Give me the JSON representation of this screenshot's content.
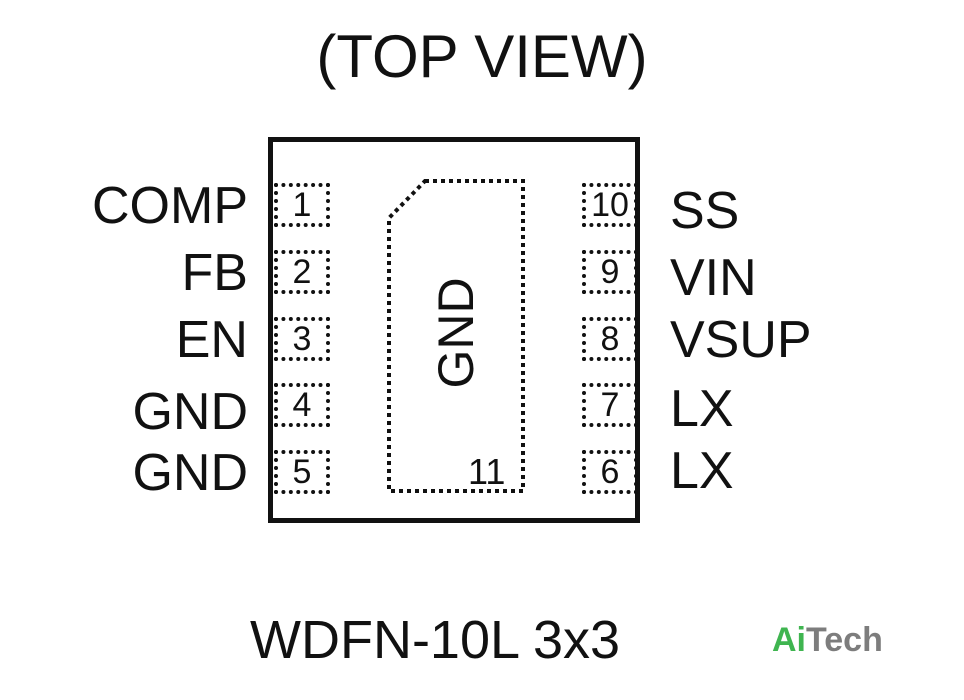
{
  "title": "(TOP VIEW)",
  "package": "WDFN-10L  3x3",
  "brand": {
    "part1": "Ai",
    "part2": "Tech",
    "color_ai": "#3fb550",
    "color_tech": "#7d7d7d"
  },
  "exposed_pad": {
    "label": "GND",
    "number": "11"
  },
  "left_pins": [
    {
      "number": "1",
      "name": "COMP"
    },
    {
      "number": "2",
      "name": "FB"
    },
    {
      "number": "3",
      "name": "EN"
    },
    {
      "number": "4",
      "name": "GND"
    },
    {
      "number": "5",
      "name": "GND"
    }
  ],
  "right_pins": [
    {
      "number": "10",
      "name": "SS"
    },
    {
      "number": "9",
      "name": "VIN"
    },
    {
      "number": "8",
      "name": "VSUP"
    },
    {
      "number": "7",
      "name": "LX"
    },
    {
      "number": "6",
      "name": "LX"
    }
  ]
}
